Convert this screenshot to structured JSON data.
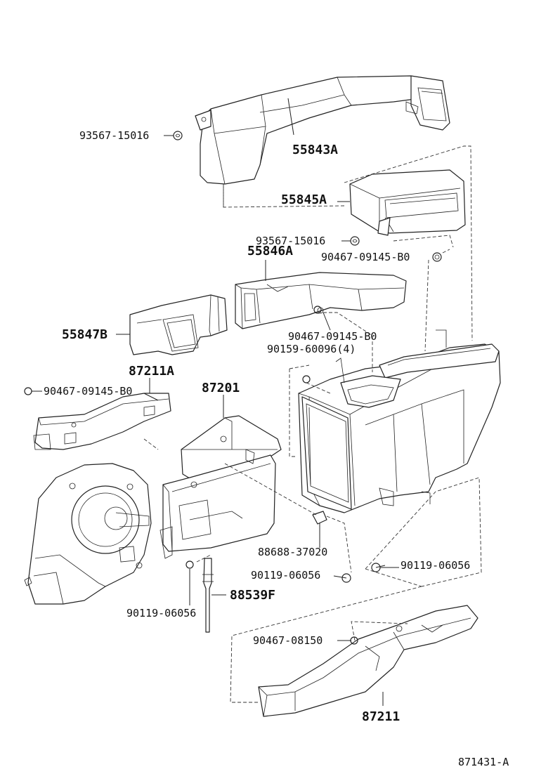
{
  "diagram_id": "871431-A",
  "parts": {
    "duct_upper": "55843A",
    "duct_upper_screw": "93567-15016",
    "duct_outlet": "55845A",
    "duct_outlet_screw": "93567-15016",
    "duct_outlet_clip": "90467-09145-B0",
    "duct_center": "55846A",
    "duct_left": "55847B",
    "center_clip": "90467-09145-B0",
    "center_screw": "90159-60096(4)",
    "duct_rear_left": "87211A",
    "rear_left_clip": "90467-09145-B0",
    "blower_case": "87201",
    "sensor": "88688-37020",
    "screw_a": "90119-06056",
    "screw_b": "90119-06056",
    "screw_c": "90119-06056",
    "hose": "88539F",
    "duct_rear_clip": "90467-08150",
    "duct_rear": "87211"
  }
}
